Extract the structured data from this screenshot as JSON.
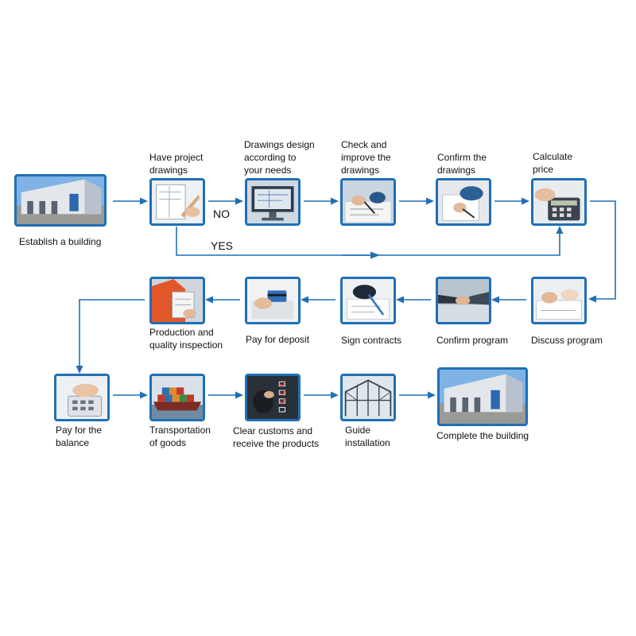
{
  "colors": {
    "accent": "#1f6fb5",
    "text": "#111111",
    "background": "#ffffff"
  },
  "steps": [
    {
      "name": "establish-building",
      "lines": [
        "Establish a building"
      ],
      "icon": "building-icon"
    },
    {
      "name": "project-drawings",
      "lines": [
        "Have project",
        "drawings"
      ],
      "icon": "drawings-icon"
    },
    {
      "name": "drawings-design",
      "lines": [
        "Drawings design",
        "according to",
        "your needs"
      ],
      "icon": "computer-design-icon"
    },
    {
      "name": "check-improve",
      "lines": [
        "Check and",
        "improve the",
        "drawings"
      ],
      "icon": "checking-drawings-icon"
    },
    {
      "name": "confirm-drawings",
      "lines": [
        "Confirm the",
        "drawings"
      ],
      "icon": "signing-icon"
    },
    {
      "name": "calculate-price",
      "lines": [
        "Calculate",
        "price"
      ],
      "icon": "calculator-icon"
    },
    {
      "name": "discuss-program",
      "lines": [
        "Discuss program"
      ],
      "icon": "discussion-icon"
    },
    {
      "name": "confirm-program",
      "lines": [
        "Confirm program"
      ],
      "icon": "handshake-icon"
    },
    {
      "name": "sign-contracts",
      "lines": [
        "Sign contracts"
      ],
      "icon": "pen-contract-icon"
    },
    {
      "name": "pay-deposit",
      "lines": [
        "Pay for deposit"
      ],
      "icon": "card-payment-icon"
    },
    {
      "name": "production-inspection",
      "lines": [
        "Production and",
        "quality inspection"
      ],
      "icon": "inspector-icon"
    },
    {
      "name": "pay-balance",
      "lines": [
        "Pay for the",
        "balance"
      ],
      "icon": "calculator-icon"
    },
    {
      "name": "transportation",
      "lines": [
        "Transportation",
        "of goods"
      ],
      "icon": "cargo-ship-icon"
    },
    {
      "name": "clear-customs",
      "lines": [
        "Clear customs and",
        "receive the products"
      ],
      "icon": "checklist-icon"
    },
    {
      "name": "guide-installation",
      "lines": [
        "Guide",
        "installation"
      ],
      "icon": "steel-frame-icon"
    },
    {
      "name": "complete-building",
      "lines": [
        "Complete the building"
      ],
      "icon": "building-icon"
    }
  ],
  "branches": {
    "no": "NO",
    "yes": "YES"
  }
}
